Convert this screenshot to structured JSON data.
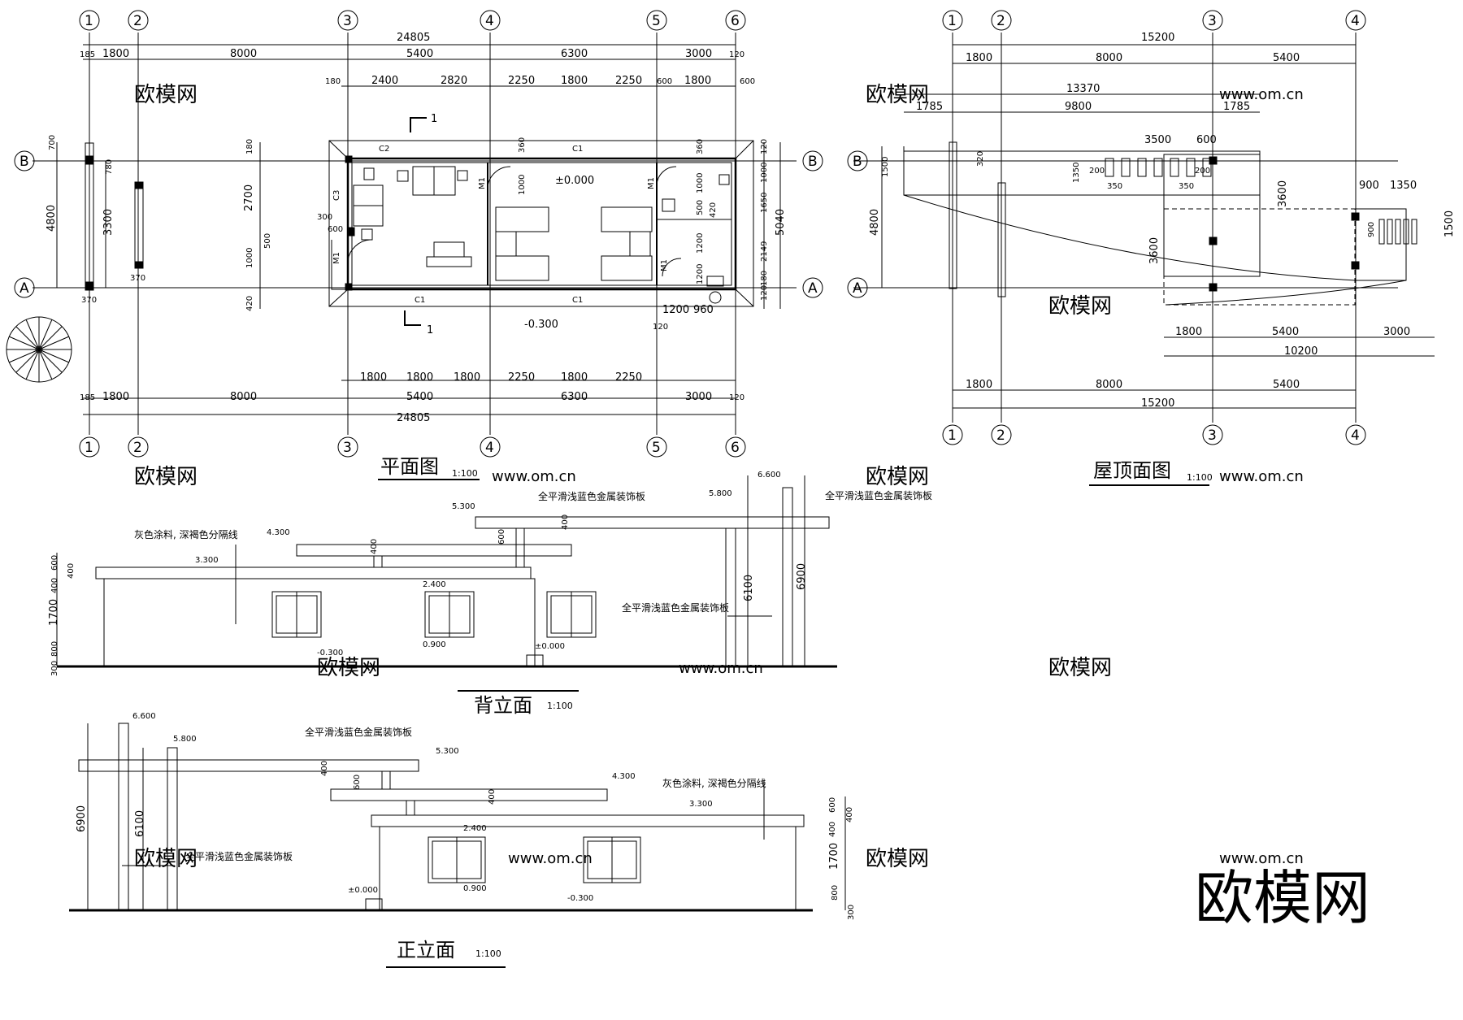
{
  "plan": {
    "title": "平面图",
    "scale": "1:100",
    "top_total": "24805",
    "top_dims": [
      "185",
      "1800",
      "8000",
      "5400",
      "6300",
      "3000",
      "120"
    ],
    "top_dims2": [
      "180",
      "2400",
      "2820",
      "2250",
      "1800",
      "2250",
      "600",
      "1800",
      "600"
    ],
    "bottom_dims": [
      "1800",
      "1800",
      "1800",
      "2250",
      "1800",
      "2250"
    ],
    "bottom_dims2": [
      "185",
      "1800",
      "8000",
      "5400",
      "6300",
      "3000",
      "120"
    ],
    "bottom_total": "24805",
    "left_dims": [
      "700",
      "4800",
      "780",
      "3300",
      "370",
      "370"
    ],
    "mid_dims": [
      "180",
      "2700",
      "300",
      "600",
      "500",
      "1000",
      "420"
    ],
    "right_dims": [
      "120",
      "1000",
      "1650",
      "5040",
      "2149",
      "180",
      "120"
    ],
    "inner_dims": [
      "360",
      "1000",
      "360",
      "1000",
      "500",
      "420",
      "1200",
      "1200",
      "960",
      "120"
    ],
    "windows": [
      "C2",
      "C1",
      "C3",
      "C1",
      "C1"
    ],
    "doors": [
      "M1",
      "M1",
      "M1",
      "M1"
    ],
    "levels": [
      "±0.000",
      "-0.300"
    ],
    "section_mark": "1"
  },
  "roof": {
    "title": "屋顶面图",
    "scale": "1:100",
    "top_total": "15200",
    "top_dims": [
      "1800",
      "8000",
      "5400"
    ],
    "dim_13370": "13370",
    "dims_row3": [
      "1785",
      "9800",
      "1785"
    ],
    "inner": [
      "3500",
      "600",
      "200",
      "200",
      "350",
      "350",
      "1350",
      "320",
      "3600",
      "3600",
      "900",
      "1350",
      "900",
      "1500",
      "1500",
      "4800"
    ],
    "bottom_dims": [
      "1800",
      "5400",
      "3000"
    ],
    "bottom_total1": "10200",
    "bottom_dims2": [
      "1800",
      "8000",
      "5400"
    ],
    "bottom_total2": "15200"
  },
  "grid_labels": {
    "plan_cols": [
      "1",
      "2",
      "3",
      "4",
      "5",
      "6"
    ],
    "plan_rows": [
      "B",
      "A"
    ],
    "roof_cols": [
      "1",
      "2",
      "3",
      "4"
    ]
  },
  "back_elev": {
    "title": "背立面",
    "scale": "1:100",
    "note_paint": "灰色涂料, 深褐色分隔线",
    "note_panel1": "全平滑浅蓝色金属装饰板",
    "note_panel2": "全平滑浅蓝色金属装饰板",
    "note_panel3": "全平滑浅蓝色金属装饰板",
    "levels": [
      "3.300",
      "4.300",
      "5.300",
      "5.800",
      "6.600",
      "2.400",
      "0.900",
      "-0.300",
      "±0.000"
    ],
    "left_dims": [
      "600",
      "400",
      "400",
      "1700",
      "800",
      "300"
    ],
    "v_dims": [
      "400",
      "600",
      "400",
      "6100",
      "6900"
    ]
  },
  "front_elev": {
    "title": "正立面",
    "scale": "1:100",
    "note_paint": "灰色涂料, 深褐色分隔线",
    "note_panel1": "全平滑浅蓝色金属装饰板",
    "note_panel2": "全平滑浅蓝色金属装饰板",
    "levels": [
      "6.600",
      "5.800",
      "5.300",
      "4.300",
      "3.300",
      "2.400",
      "0.900",
      "±0.000",
      "-0.300"
    ],
    "right_dims": [
      "600",
      "400",
      "400",
      "1700",
      "800",
      "300"
    ],
    "v_dims": [
      "6900",
      "6100",
      "400",
      "600",
      "400"
    ]
  },
  "watermark": {
    "brand": "欧模网",
    "site": "www.om.cn"
  }
}
